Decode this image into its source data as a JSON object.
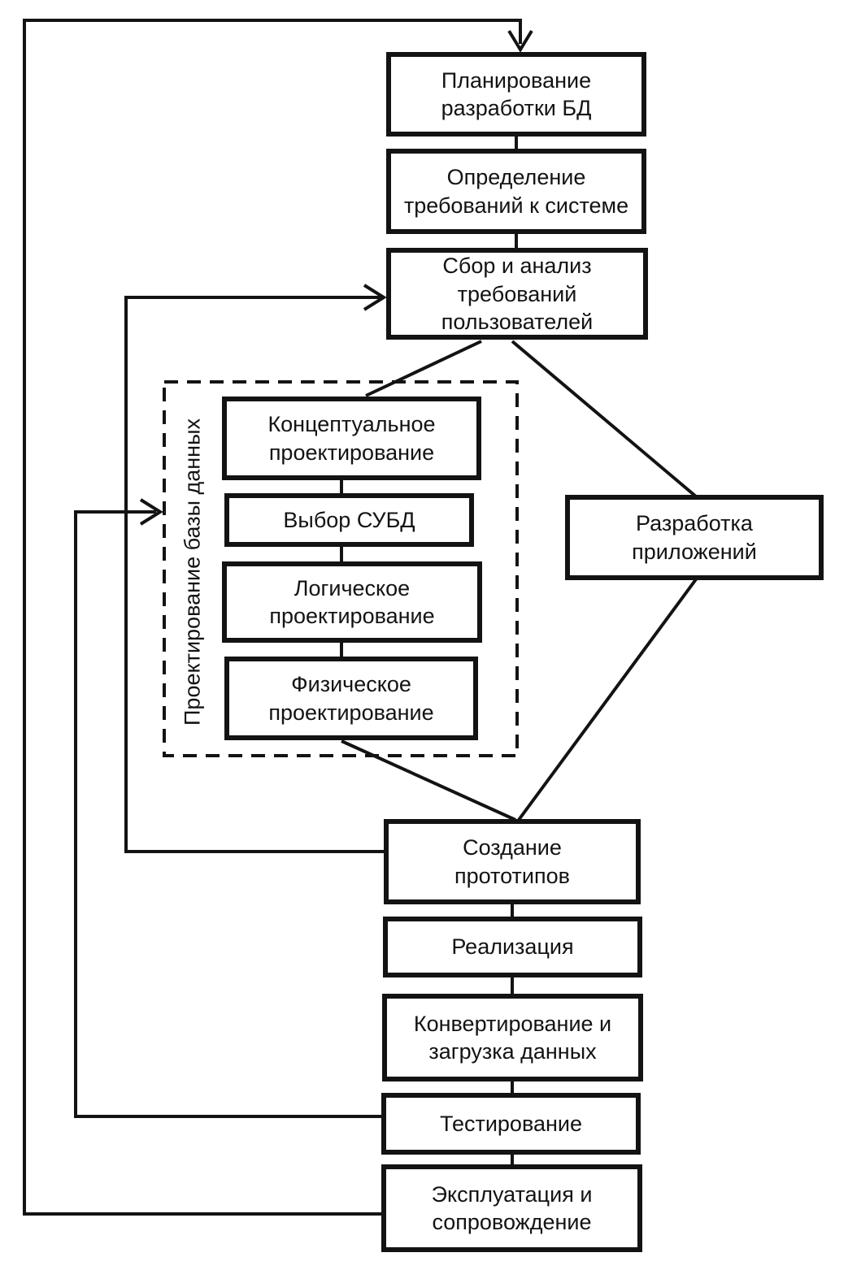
{
  "diagram": {
    "kind": "flowchart",
    "language": "ru",
    "background": "#ffffff",
    "ink_color": "#131313",
    "nodes": {
      "planning": {
        "label": "Планирование\nразработки БД"
      },
      "requirements": {
        "label": "Определение\nтребований к системе"
      },
      "collection": {
        "label": "Сбор и анализ\nтребований\nпользователей"
      },
      "conceptual": {
        "label": "Концептуальное\nпроектирование"
      },
      "dbms": {
        "label": "Выбор СУБД"
      },
      "logical": {
        "label": "Логическое\nпроектирование"
      },
      "physical": {
        "label": "Физическое\nпроектирование"
      },
      "appdev": {
        "label": "Разработка\nприложений"
      },
      "prototyping": {
        "label": "Создание\nпрототипов"
      },
      "implementation": {
        "label": "Реализация"
      },
      "conversion": {
        "label": "Конвертирование и\nзагрузка данных"
      },
      "testing": {
        "label": "Тестирование"
      },
      "maintenance": {
        "label": "Эксплуатация и\nсопровождение"
      }
    },
    "group": {
      "id": "database-design",
      "label": "Проектирование базы данных",
      "style": "dashed",
      "contains": [
        "conceptual",
        "dbms",
        "logical",
        "physical"
      ]
    },
    "edges": [
      {
        "from": "planning",
        "to": "requirements",
        "type": "flow"
      },
      {
        "from": "requirements",
        "to": "collection",
        "type": "flow"
      },
      {
        "from": "collection",
        "to": "conceptual",
        "type": "flow"
      },
      {
        "from": "collection",
        "to": "appdev",
        "type": "flow"
      },
      {
        "from": "conceptual",
        "to": "dbms",
        "type": "flow"
      },
      {
        "from": "dbms",
        "to": "logical",
        "type": "flow"
      },
      {
        "from": "logical",
        "to": "physical",
        "type": "flow"
      },
      {
        "from": "physical",
        "to": "prototyping",
        "type": "flow"
      },
      {
        "from": "appdev",
        "to": "prototyping",
        "type": "flow"
      },
      {
        "from": "prototyping",
        "to": "implementation",
        "type": "flow"
      },
      {
        "from": "implementation",
        "to": "conversion",
        "type": "flow"
      },
      {
        "from": "conversion",
        "to": "testing",
        "type": "flow"
      },
      {
        "from": "testing",
        "to": "maintenance",
        "type": "flow"
      },
      {
        "from": "prototyping",
        "to": "collection",
        "type": "feedback-arrow"
      },
      {
        "from": "testing",
        "to": "database-design",
        "type": "feedback-arrow"
      },
      {
        "from": "maintenance",
        "to": "planning",
        "type": "feedback-arrow"
      }
    ]
  }
}
